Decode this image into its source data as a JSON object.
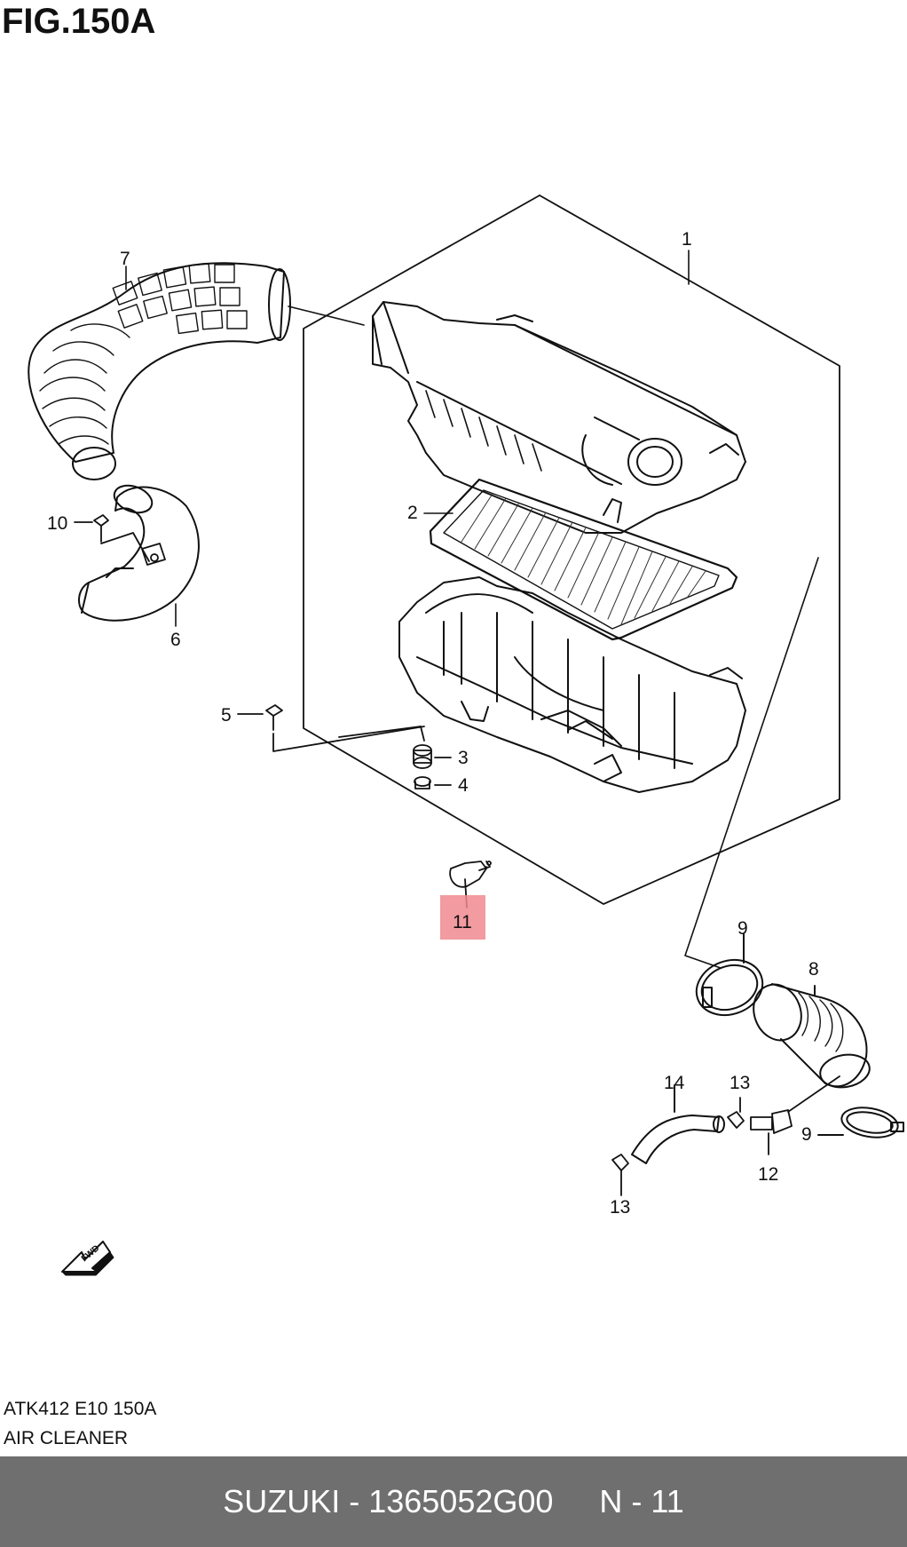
{
  "figure": {
    "title": "FIG.150A",
    "model_code": "ATK412 E10 150A",
    "section_name": "AIR CLEANER"
  },
  "callouts": [
    "1",
    "2",
    "3",
    "4",
    "5",
    "6",
    "7",
    "8",
    "9",
    "9",
    "10",
    "11",
    "12",
    "13",
    "13",
    "14"
  ],
  "highlight": {
    "part_number_label": "11",
    "color": "#f08a8f"
  },
  "fwd_label": "FWD",
  "footer": {
    "part_text": "SUZUKI - 1365052G00",
    "page_text": "N - 11",
    "background": "#6f6f6f"
  }
}
